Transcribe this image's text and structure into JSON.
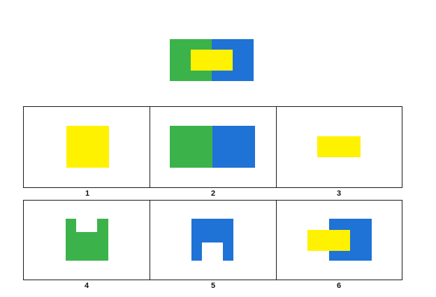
{
  "colors": {
    "green": "#3cb34a",
    "blue": "#1f72d6",
    "yellow": "#fff200",
    "border": "#1a1a1a"
  },
  "target": {
    "description_shapes": [
      "green-left-half",
      "blue-right-half",
      "yellow-center-rect"
    ]
  },
  "options": [
    {
      "label": "1",
      "shape": "yellow-square"
    },
    {
      "label": "2",
      "shape": "green-blue-rectangle"
    },
    {
      "label": "3",
      "shape": "yellow-rectangle"
    },
    {
      "label": "4",
      "shape": "green-u-shape"
    },
    {
      "label": "5",
      "shape": "blue-arch-shape"
    },
    {
      "label": "6",
      "shape": "yellow-over-blue"
    }
  ]
}
